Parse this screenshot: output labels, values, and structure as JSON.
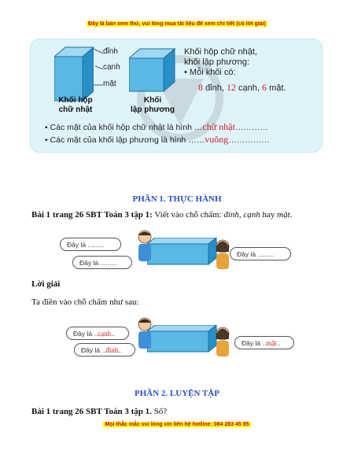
{
  "top_banner": "Đây là bản xem thử, vui lòng mua tài liệu để xem chi tiết (có lời giải)",
  "bottom_banner": "Mọi thắc mắc vui lòng xin liên hệ hotline: 084 283 45 85",
  "infobox": {
    "labels": {
      "vertex": "đỉnh",
      "edge": "cạnh",
      "face": "mặt"
    },
    "cuboid_caption": [
      "Khối hộp",
      "chữ nhật"
    ],
    "cube_caption": [
      "Khối",
      "lập phương"
    ],
    "right_text": [
      "Khối hộp chữ nhật,",
      "khối lập phương:",
      "• Mỗi khối có:"
    ],
    "counts": {
      "vertices": "8",
      "edges": "12",
      "faces": "6"
    },
    "count_words": {
      "vertices": "đỉnh,",
      "edges": "cạnh,",
      "faces": "mặt."
    },
    "facts": [
      {
        "prefix": "• Các mặt của khối hộp chữ nhật là hình …",
        "answer": "chữ nhật",
        "suffix": "…………"
      },
      {
        "prefix": "• Các mặt của khối lập phương là hình ……",
        "answer": "vuông",
        "suffix": "……………"
      }
    ]
  },
  "section1": "PHẦN 1. THỰC HÀNH",
  "exercise1": {
    "bold": "Bài 1 trang 26 SBT Toán 3 tập 1:",
    "text": " Viết vào chỗ chấm: ",
    "options": [
      "đỉnh",
      "cạnh",
      "mặt"
    ],
    "connector_comma": ", ",
    "connector_or": " hay ",
    "end": "."
  },
  "scene_blank": {
    "bubble_left_top": "Đây là .........",
    "bubble_left_bottom": "Đây là .........",
    "bubble_right": "Đây là ........."
  },
  "solution_title": "Lời giải",
  "solution_text": "Ta điền vào chỗ chấm như sau:",
  "scene_filled": {
    "prefix": "Đây là ..",
    "left_top_answer": "cạnh",
    "left_top_suffix": "..",
    "left_bottom_answer": "đỉnh",
    "left_bottom_suffix": "..",
    "right_answer": "mặt",
    "right_suffix": ".."
  },
  "section2": "PHẦN 2. LUYỆN TẬP",
  "exercise2": {
    "bold": "Bài 1 trang 26 SBT Toán 3 tập 1.",
    "text": " Số?"
  },
  "colors": {
    "banner_bg": "#ffff00",
    "banner_text": "#c00000",
    "heading": "#2a4fc4",
    "answer": "#d41a1a",
    "box_bg": "#dff3fb"
  }
}
